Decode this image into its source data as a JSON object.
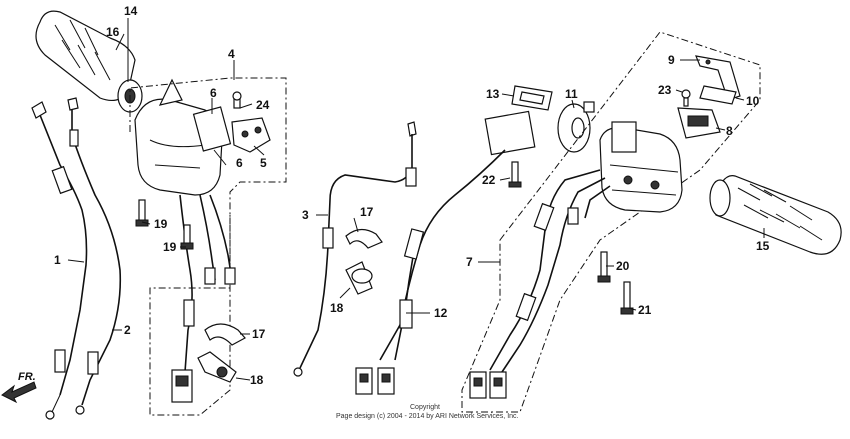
{
  "callouts": {
    "c1": "1",
    "c2": "2",
    "c3": "3",
    "c4": "4",
    "c5": "5",
    "c6a": "6",
    "c6b": "6",
    "c7": "7",
    "c8": "8",
    "c9": "9",
    "c10": "10",
    "c11": "11",
    "c12": "12",
    "c13": "13",
    "c14": "14",
    "c15": "15",
    "c16": "16",
    "c17a": "17",
    "c17b": "17",
    "c18a": "18",
    "c18b": "18",
    "c19a": "19",
    "c19b": "19",
    "c20": "20",
    "c21": "21",
    "c22": "22",
    "c23": "23",
    "c24": "24"
  },
  "direction_label": "FR.",
  "copyright": {
    "line1": "Copyright",
    "line2": "Page design (c) 2004 - 2014 by ARI Network Services, Inc."
  }
}
